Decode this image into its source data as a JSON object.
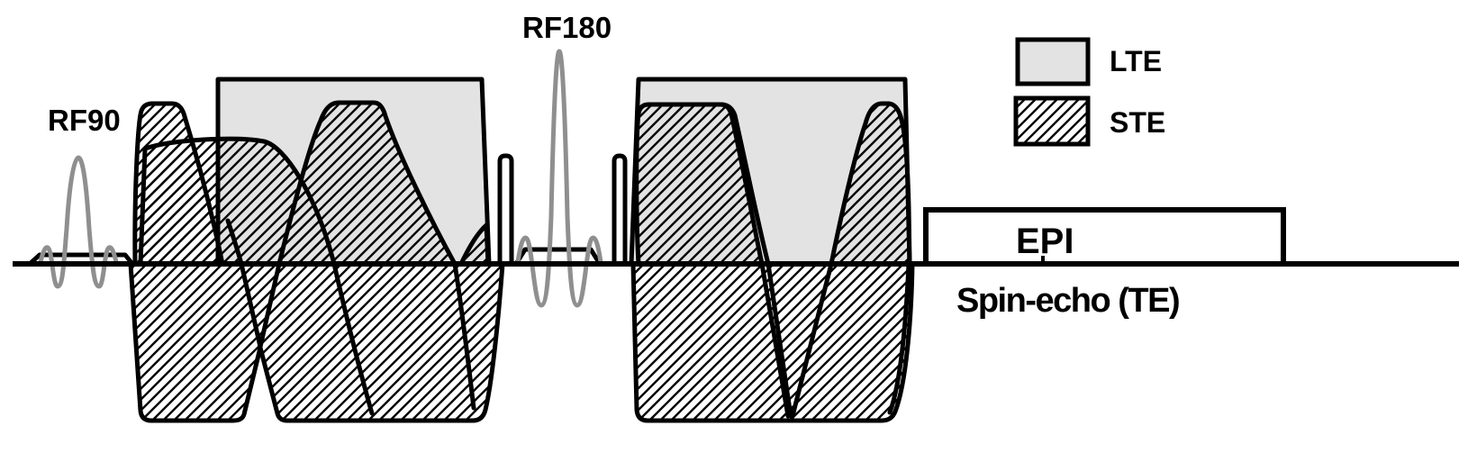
{
  "diagram": {
    "type": "mri-pulse-sequence-diagram",
    "labels": {
      "rf90": "RF90",
      "rf180": "RF180",
      "epi": "EPI",
      "spin_echo": "Spin-echo (TE)"
    },
    "legend": {
      "items": [
        {
          "label": "LTE",
          "swatch": "solid-gray"
        },
        {
          "label": "STE",
          "swatch": "diagonal-hatch"
        }
      ]
    },
    "colors": {
      "background": "#ffffff",
      "outline": "#000000",
      "lte_fill": "#e3e3e3",
      "rf_pulse": "#8f8f8f",
      "hatch_line": "#000000"
    }
  }
}
